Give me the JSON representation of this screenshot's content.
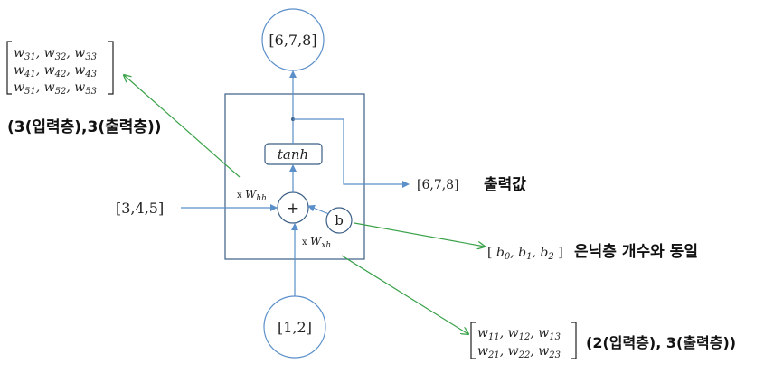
{
  "colors": {
    "blue_line": "#5b8fc9",
    "green_arrow": "#3aa24a",
    "box_stroke": "#3b5f86",
    "text": "#222222"
  },
  "nodes": {
    "output": "[6,7,8]",
    "input_x": "[3,4,5]",
    "input_bottom": "[1,2]",
    "tanh": "tanh",
    "plus": "+",
    "bias": "b",
    "w_hh_prefix": "x",
    "w_hh": "Whh",
    "w_xh_prefix": "x",
    "w_xh": "Wxh"
  },
  "annotations": {
    "top_left_matrix": [
      "w31, w32, w33",
      "w41, w42, w43",
      "w51, w52, w53"
    ],
    "top_left_label": "(3(입력층),3(출력층))",
    "output_value": "[6,7,8]",
    "output_label": "출력값",
    "bias_vector": "[ b0, b1, b2 ]",
    "bias_label": "은닉층 개수와 동일",
    "bottom_matrix": [
      "w11, w12, w13",
      "w21, w22, w23"
    ],
    "bottom_label": "(2(입력층), 3(출력층))"
  }
}
